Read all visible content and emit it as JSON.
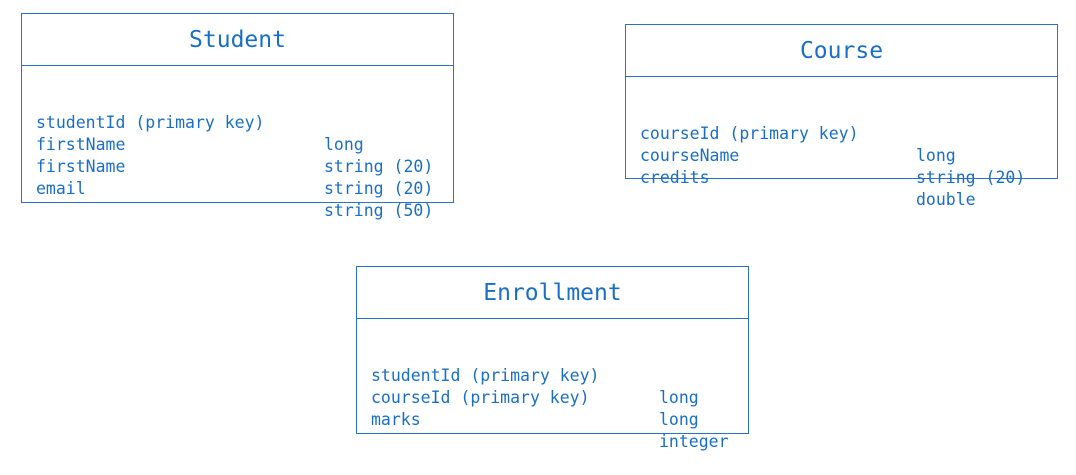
{
  "colors": {
    "stroke": "#2a73c4",
    "text": "#1a6fc4",
    "background": "#ffffff"
  },
  "entities": {
    "student": {
      "title": "Student",
      "attributes": [
        {
          "name": "studentId (primary key)",
          "type": "long"
        },
        {
          "name": "firstName",
          "type": "string (20)"
        },
        {
          "name": "firstName",
          "type": "string (20)"
        },
        {
          "name": "email",
          "type": "string (50)"
        }
      ]
    },
    "course": {
      "title": "Course",
      "attributes": [
        {
          "name": "courseId (primary key)",
          "type": "long"
        },
        {
          "name": "courseName",
          "type": "string (20)"
        },
        {
          "name": "credits",
          "type": "double"
        }
      ]
    },
    "enrollment": {
      "title": "Enrollment",
      "attributes": [
        {
          "name": "studentId (primary key)",
          "type": "long"
        },
        {
          "name": "courseId (primary key)",
          "type": "long"
        },
        {
          "name": "marks",
          "type": "integer"
        }
      ]
    }
  }
}
